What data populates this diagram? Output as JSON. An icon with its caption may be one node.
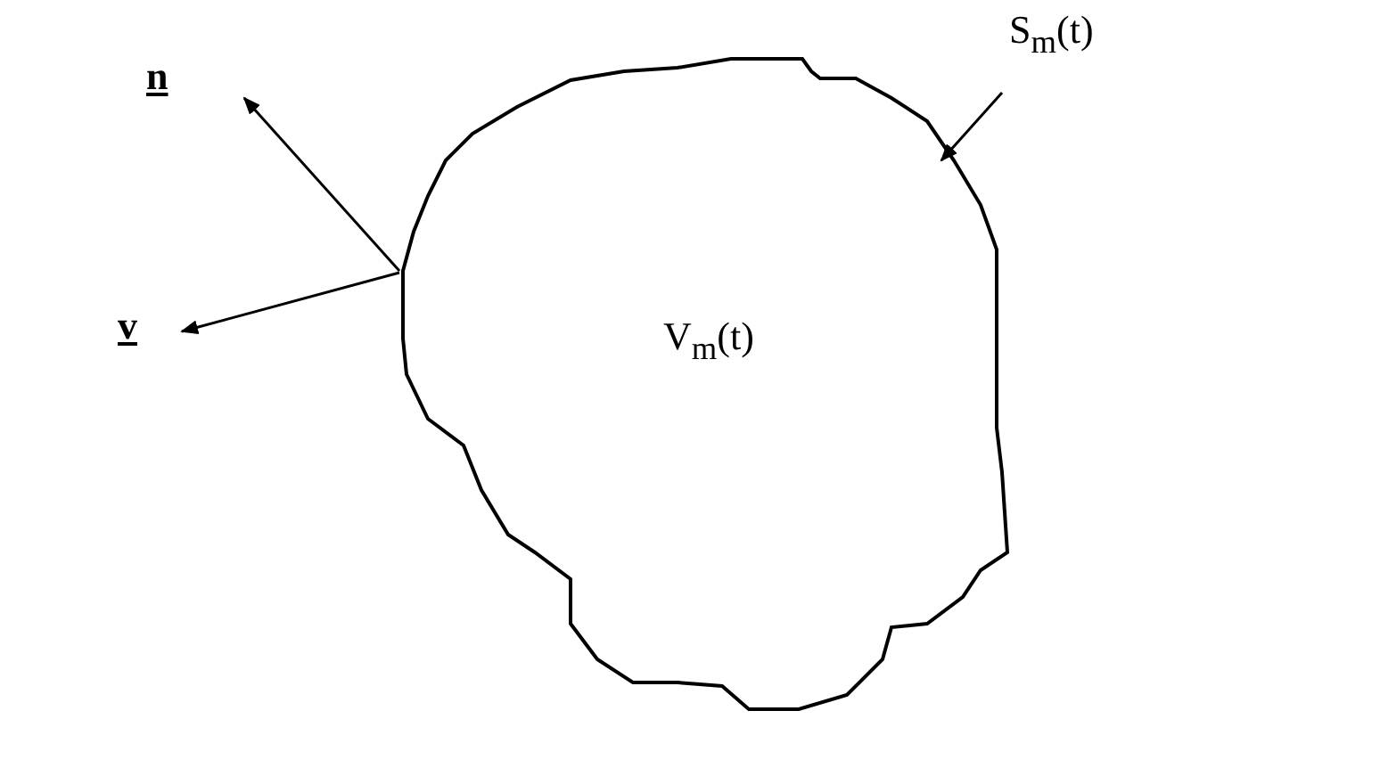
{
  "diagram": {
    "nodes": [
      {
        "text": [
          "V$_{m}$(t)"
        ]
      },
      {
        "text": [
          "S$_{m}$(t)"
        ]
      }
    ],
    "edges": [
      {
        "from": 1,
        "to": 0,
        "arrow": "to"
      }
    ],
    "labels": [
      "n",
      "v"
    ]
  }
}
